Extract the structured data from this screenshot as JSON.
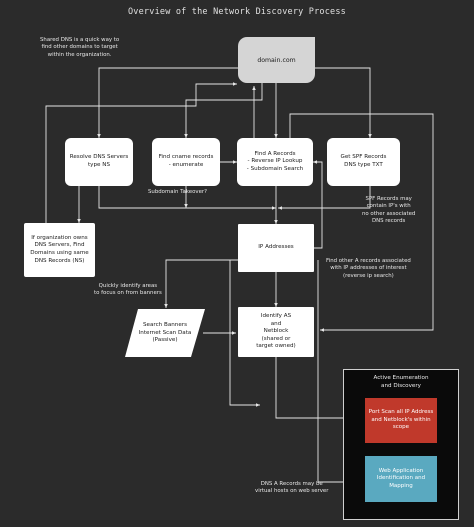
{
  "title": "Overview of the Network Discovery Process",
  "nodes": {
    "domain": "domain.com",
    "resolve_dns": [
      "Resolve DNS Servers",
      "type NS"
    ],
    "find_cname": [
      "Find cname records",
      "- enumerate"
    ],
    "find_a": [
      "Find A Records",
      "- Reverse IP Lookup",
      "- Subdomain Search"
    ],
    "get_spf": [
      "Get SPF Records",
      "DNS type TXT"
    ],
    "if_org_owns": [
      "If organization owns",
      "DNS Servers, Find",
      "Domains using same",
      "DNS Records (NS)"
    ],
    "ip_addresses": "IP Addresses",
    "identify_as": [
      "Identify AS",
      "and",
      "Netblock",
      "(shared or",
      "target owned)"
    ],
    "search_banners": [
      "Search Banners",
      "Internet Scan Data",
      "(Passive)"
    ]
  },
  "notes": {
    "shared_dns": [
      "Shared DNS is a quick way to",
      "find other domains to target",
      "within the organization."
    ],
    "subdomain_takeover": "Subdomain Takeover?",
    "spf_note": [
      "SPF Records may",
      "contain IP's with",
      "no other associated",
      "DNS records"
    ],
    "find_other_a": [
      "Find other A records associated",
      "with IP addresses of interest",
      "(reverse ip search)"
    ],
    "quickly_identify": [
      "Quickly identify areas",
      "to focus on from banners"
    ],
    "dns_a_vhosts": [
      "DNS A Records may be",
      "virtual hosts on web server"
    ]
  },
  "panel": {
    "title": [
      "Active Enumeration",
      "and Discovery"
    ],
    "port_scan": [
      "Port Scan all IP Address",
      "and Netblock's within",
      "scope"
    ],
    "web_app": [
      "Web Application",
      "Identification and",
      "Mapping"
    ]
  },
  "colors": {
    "background": "#2b2b2b",
    "box": "#ffffff",
    "domain": "#d5d5d5",
    "edge": "#e6e6e6",
    "panel": "#0a0a0a",
    "port_scan": "#c0392b",
    "web_app": "#5aa9c0"
  }
}
